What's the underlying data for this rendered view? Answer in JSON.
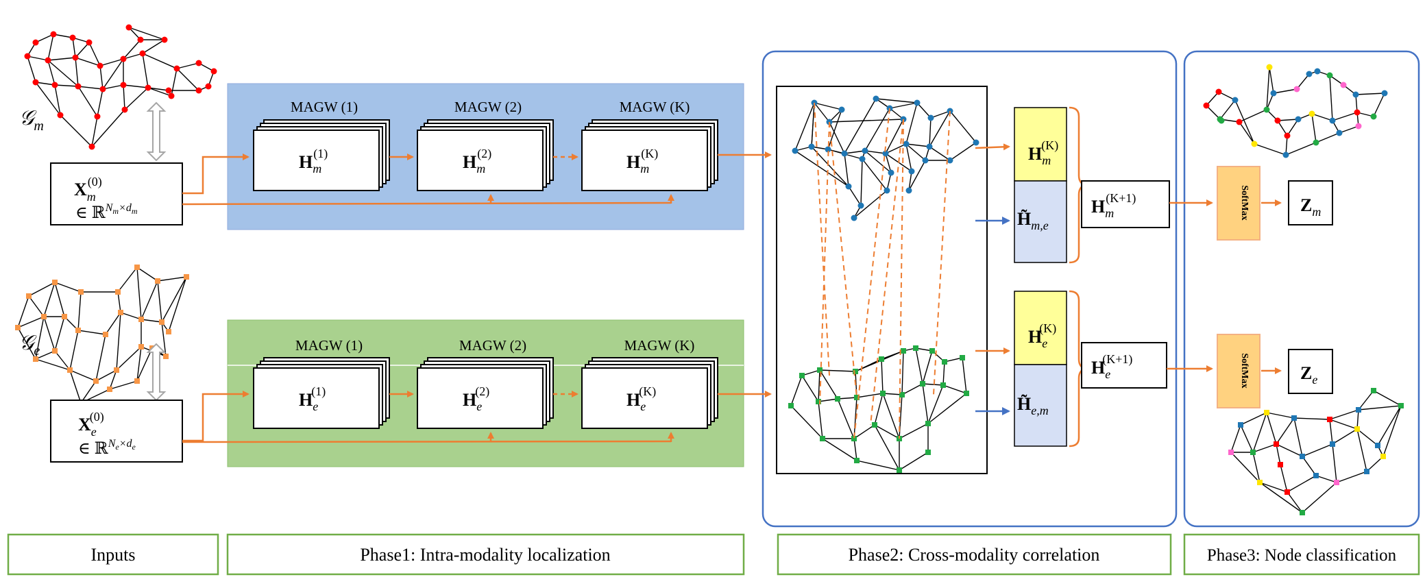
{
  "footer": {
    "inputs": "Inputs",
    "phase1": "Phase1: Intra-modality localization",
    "phase2": "Phase2: Cross-modality correlation",
    "phase3": "Phase3: Node classification"
  },
  "modal_m": {
    "graph_label": "𝒢",
    "graph_sub": "m",
    "input_H": "X",
    "input_sub": "m",
    "input_sup": "(0)",
    "input_space": "∈ ℝ",
    "input_space_sup": "N",
    "input_space_sup_sub": "m",
    "input_space_times": "×d",
    "input_space_d_sub": "m",
    "magw": [
      "MAGW (1)",
      "MAGW (2)",
      "MAGW (K)"
    ],
    "blocks": [
      {
        "base": "H",
        "sub": "m",
        "sup": "(1)"
      },
      {
        "base": "H",
        "sub": "m",
        "sup": "(2)"
      },
      {
        "base": "H",
        "sub": "m",
        "sup": "(K)"
      }
    ]
  },
  "modal_e": {
    "graph_label": "𝒢",
    "graph_sub": "e",
    "input_H": "X",
    "input_sub": "e",
    "input_sup": "(0)",
    "input_space": "∈ ℝ",
    "input_space_sup": "N",
    "input_space_sup_sub": "e",
    "input_space_times": "×d",
    "input_space_d_sub": "e",
    "magw": [
      "MAGW (1)",
      "MAGW (2)",
      "MAGW (K)"
    ],
    "blocks": [
      {
        "base": "H",
        "sub": "e",
        "sup": "(1)"
      },
      {
        "base": "H",
        "sub": "e",
        "sup": "(2)"
      },
      {
        "base": "H",
        "sub": "e",
        "sup": "(K)"
      }
    ]
  },
  "phase2": {
    "m_top": {
      "base": "H",
      "sub": "m",
      "sup": "(K)"
    },
    "m_bottom": {
      "base": "H̃",
      "sub": "m,e"
    },
    "m_out": {
      "base": "H",
      "sub": "m",
      "sup": "(K+1)"
    },
    "e_top": {
      "base": "H",
      "sub": "e",
      "sup": "(K)"
    },
    "e_bottom": {
      "base": "H̃",
      "sub": "e,m"
    },
    "e_out": {
      "base": "H",
      "sub": "e",
      "sup": "(K+1)"
    }
  },
  "phase3": {
    "softmax": "SoftMax",
    "z_m": {
      "base": "Z",
      "sub": "m"
    },
    "z_e": {
      "base": "Z",
      "sub": "e"
    }
  },
  "colors": {
    "orange": "#ED7D31",
    "blue_panel": "#9DC3E6",
    "green_panel": "#A9D18E",
    "frame_blue": "#4472C4",
    "footer_green": "#70AD47",
    "yellow": "#FFFF99",
    "lightblue": "#D6E0F5",
    "softmax": "#FFD280",
    "node_red": "#FF0000",
    "node_orange": "#F79646",
    "node_blue": "#1F77B4",
    "node_green": "#22AA44"
  }
}
